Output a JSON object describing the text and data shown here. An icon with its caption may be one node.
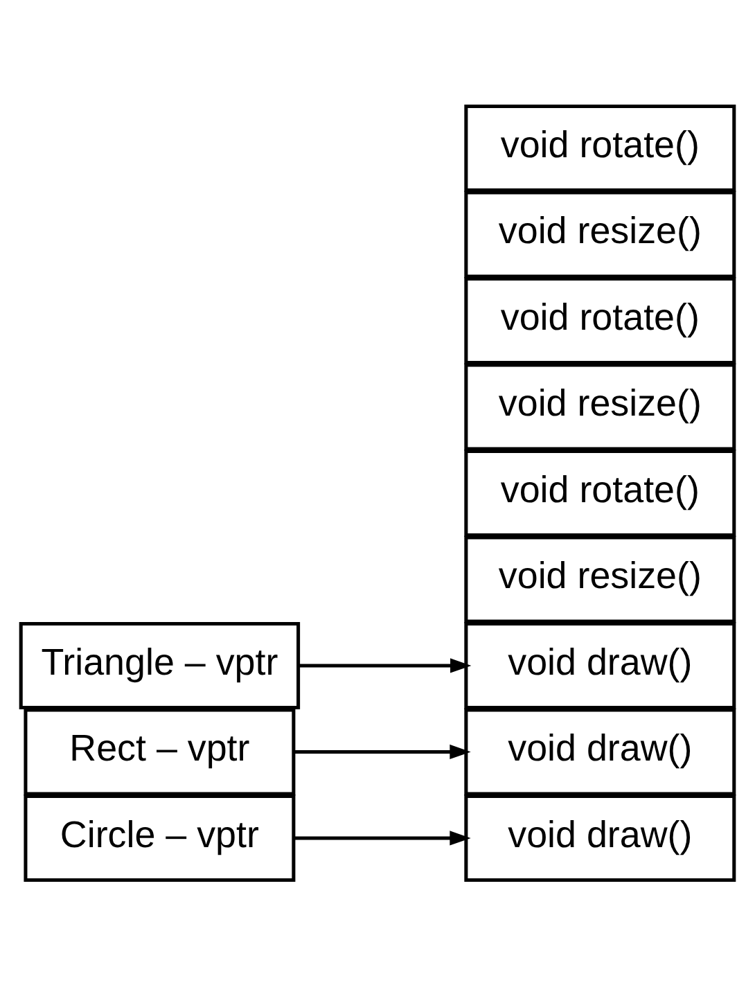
{
  "diagram": {
    "nodes": [
      {
        "text": [
          "Circle – vptr"
        ]
      },
      {
        "text": [
          "void draw()"
        ]
      },
      {
        "text": [
          "void resize()"
        ]
      },
      {
        "text": [
          "void rotate()"
        ]
      },
      {
        "text": [
          "Rect – vptr"
        ]
      },
      {
        "text": [
          "void draw()"
        ]
      },
      {
        "text": [
          "void resize()"
        ]
      },
      {
        "text": [
          "void rotate()"
        ]
      },
      {
        "text": [
          "Triangle – vptr"
        ]
      },
      {
        "text": [
          "void draw()"
        ]
      },
      {
        "text": [
          "void resize()"
        ]
      },
      {
        "text": [
          "void rotate()"
        ]
      }
    ],
    "edges": [
      {
        "from": 0,
        "to": 1,
        "arrow": "to"
      },
      {
        "from": 4,
        "to": 5,
        "arrow": "to"
      },
      {
        "from": 8,
        "to": 9,
        "arrow": "to"
      }
    ]
  }
}
